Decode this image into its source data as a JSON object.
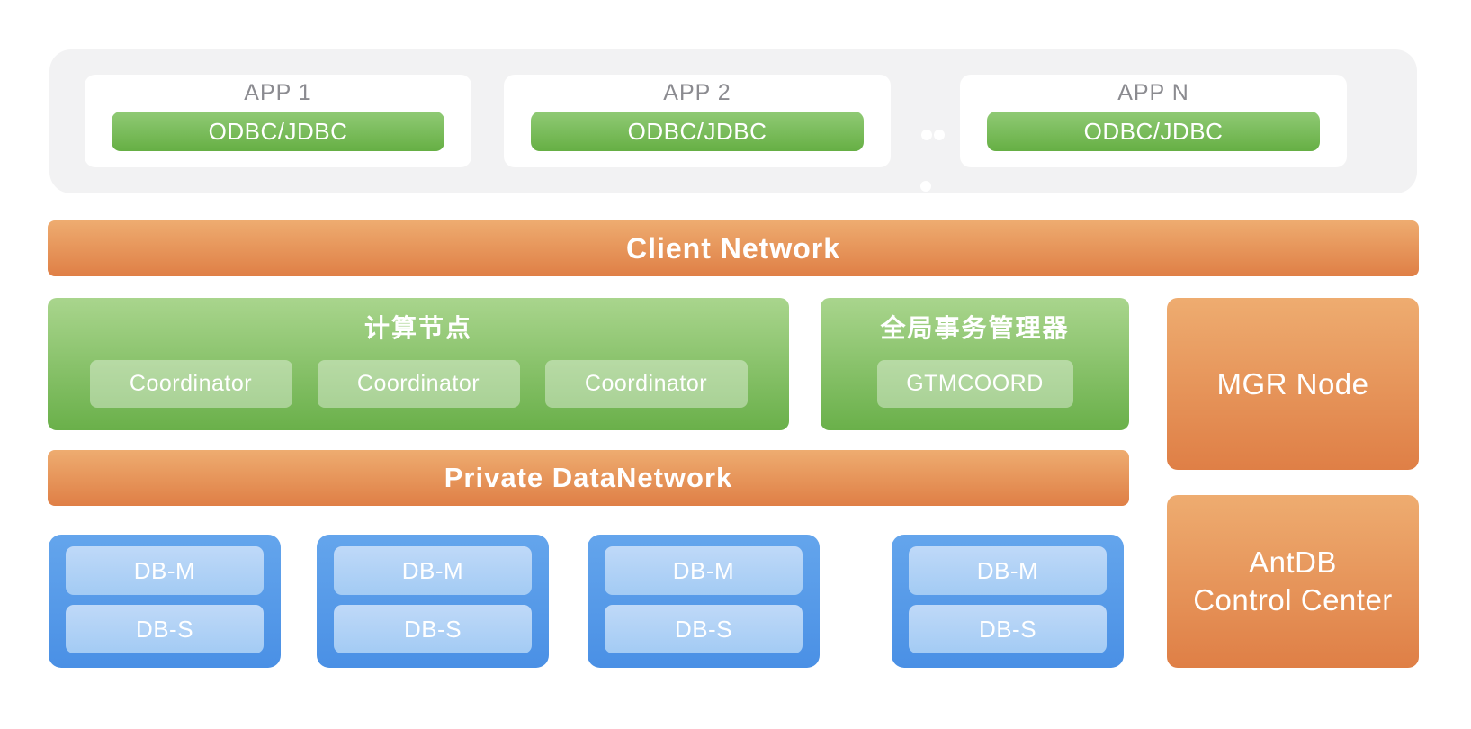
{
  "colors": {
    "container-bg": "#f2f2f3",
    "card-bg": "#ffffff",
    "app-title-color": "#8b8b90",
    "orange-top": "#eeac70",
    "orange-bottom": "#df7f46",
    "green-box-top": "#a9d58d",
    "green-box-bottom": "#6ab04a",
    "green-btn-top": "#90ca75",
    "green-btn-bottom": "#66af44",
    "light-btn": "rgba(255,255,255,0.38)",
    "blue-outer-top": "#64a5ec",
    "blue-outer-bottom": "#4a90e5",
    "blue-inner-top": "#bfd9f8",
    "blue-inner-bottom": "#a3cbf4"
  },
  "apps": {
    "cards": [
      {
        "title": "APP 1",
        "button": "ODBC/JDBC"
      },
      {
        "title": "APP 2",
        "button": "ODBC/JDBC"
      },
      {
        "title": "APP N",
        "button": "ODBC/JDBC"
      }
    ]
  },
  "client_network": {
    "label": "Client Network"
  },
  "compute": {
    "title": "计算节点",
    "buttons": [
      "Coordinator",
      "Coordinator",
      "Coordinator"
    ]
  },
  "gtm": {
    "title": "全局事务管理器",
    "buttons": [
      "GTMCOORD"
    ]
  },
  "mgr_node": {
    "label": "MGR Node"
  },
  "private_network": {
    "label": "Private DataNetwork"
  },
  "db_groups": [
    {
      "master": "DB-M",
      "standby": "DB-S"
    },
    {
      "master": "DB-M",
      "standby": "DB-S"
    },
    {
      "master": "DB-M",
      "standby": "DB-S"
    },
    {
      "master": "DB-M",
      "standby": "DB-S"
    }
  ],
  "control_center": {
    "line1": "AntDB",
    "line2": "Control Center"
  }
}
